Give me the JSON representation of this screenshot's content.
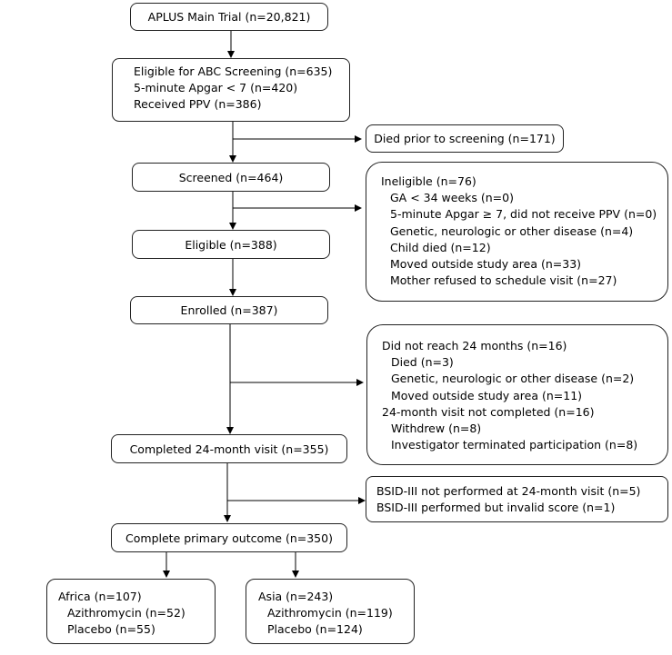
{
  "nodes": {
    "main_trial": "APLUS Main Trial (n=20,821)",
    "eligible_abc": {
      "title": "Eligible for ABC Screening (n=635)",
      "items": [
        "5-minute Apgar < 7 (n=420)",
        "Received PPV (n=386)"
      ]
    },
    "died_prior": "Died prior to screening (n=171)",
    "screened": "Screened (n=464)",
    "ineligible": {
      "title": "Ineligible (n=76)",
      "items": [
        "GA < 34 weeks (n=0)",
        "5-minute Apgar ≥ 7, did not receive PPV (n=0)",
        "Genetic, neurologic or other disease (n=4)",
        "Child died (n=12)",
        "Moved outside study area (n=33)",
        "Mother refused to schedule visit (n=27)"
      ]
    },
    "eligible": "Eligible (n=388)",
    "enrolled": "Enrolled (n=387)",
    "not_reach": {
      "title": "Did not reach 24 months (n=16)",
      "items": [
        "Died (n=3)",
        "Genetic, neurologic or other disease (n=2)",
        "Moved outside study area (n=11)"
      ],
      "title2": "24-month visit not completed (n=16)",
      "items2": [
        "Withdrew (n=8)",
        "Investigator terminated participation (n=8)"
      ]
    },
    "completed_24": "Completed 24-month visit (n=355)",
    "bsid": {
      "items": [
        "BSID-III not performed at 24-month visit (n=5)",
        "BSID-III performed but invalid score (n=1)"
      ]
    },
    "primary_outcome": "Complete primary outcome (n=350)",
    "africa": {
      "title": "Africa (n=107)",
      "items": [
        "Azithromycin (n=52)",
        "Placebo (n=55)"
      ]
    },
    "asia": {
      "title": "Asia (n=243)",
      "items": [
        "Azithromycin (n=119)",
        "Placebo (n=124)"
      ]
    }
  }
}
